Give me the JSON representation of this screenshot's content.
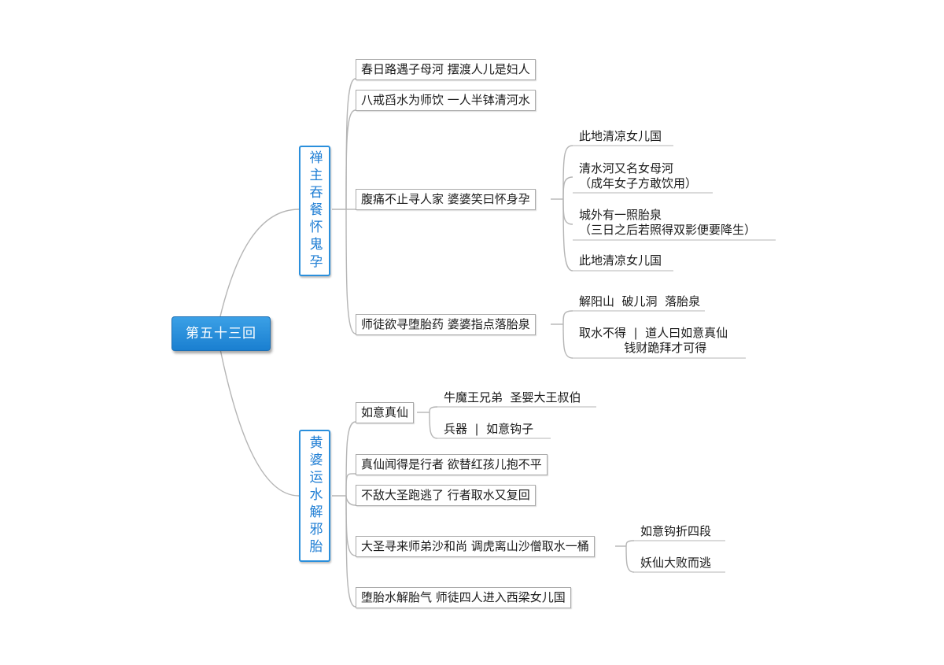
{
  "root": "第五十三回",
  "branches": [
    {
      "title": "禅主吞餐怀鬼孕",
      "children": [
        "春日路遇子母河 摆渡人儿是妇人",
        "八戒舀水为师饮 一人半钵清河水",
        "腹痛不止寻人家 婆婆笑曰怀身孕",
        "师徒欲寻堕胎药 婆婆指点落胎泉"
      ],
      "sub_2": [
        "此地清凉女儿国",
        "清水河又名女母河\n（成年女子方敢饮用）",
        "城外有一照胎泉\n（三日之后若照得双影便要降生）",
        "此地清凉女儿国"
      ],
      "sub_3": [
        "解阳山  破儿洞  落胎泉",
        "取水不得  |  道人曰如意真仙\n            钱财跪拜才可得"
      ]
    },
    {
      "title": "黄婆运水解邪胎",
      "children": [
        "如意真仙",
        "真仙闻得是行者 欲替红孩儿抱不平",
        "不敌大圣跑逃了 行者取水又复回",
        "大圣寻来师弟沙和尚 调虎离山沙僧取水一桶",
        "堕胎水解胎气 师徒四人进入西梁女儿国"
      ],
      "sub_0": [
        "牛魔王兄弟  圣婴大王叔伯",
        "兵器  |  如意钩子"
      ],
      "sub_3": [
        "如意钩折四段",
        "妖仙大败而逃"
      ]
    }
  ]
}
